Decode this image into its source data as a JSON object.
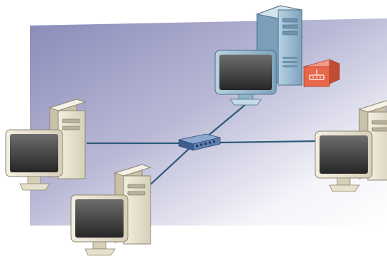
{
  "diagram": {
    "nodes": [
      {
        "id": "server",
        "icon": "server-tower-icon"
      },
      {
        "id": "server-monitor",
        "icon": "monitor-icon"
      },
      {
        "id": "firewall",
        "icon": "firewall-icon"
      },
      {
        "id": "switch",
        "icon": "network-switch-icon"
      },
      {
        "id": "workstation-left",
        "icon": "desktop-computer-icon"
      },
      {
        "id": "workstation-bottom",
        "icon": "desktop-computer-icon"
      },
      {
        "id": "workstation-right",
        "icon": "desktop-computer-icon"
      }
    ],
    "links": [
      {
        "from": "switch",
        "to": "server-monitor"
      },
      {
        "from": "switch",
        "to": "workstation-left"
      },
      {
        "from": "switch",
        "to": "workstation-bottom"
      },
      {
        "from": "switch",
        "to": "workstation-right"
      }
    ]
  },
  "colors": {
    "background_dark": "#8e8fbc",
    "background_light": "#ffffff",
    "link": "#2f5a7a",
    "beige": "#e8e2cf",
    "server_blue": "#8fb4cc",
    "firewall": "#e9664b",
    "switch": "#5c7fb2",
    "screen": "#3a3a3a"
  }
}
